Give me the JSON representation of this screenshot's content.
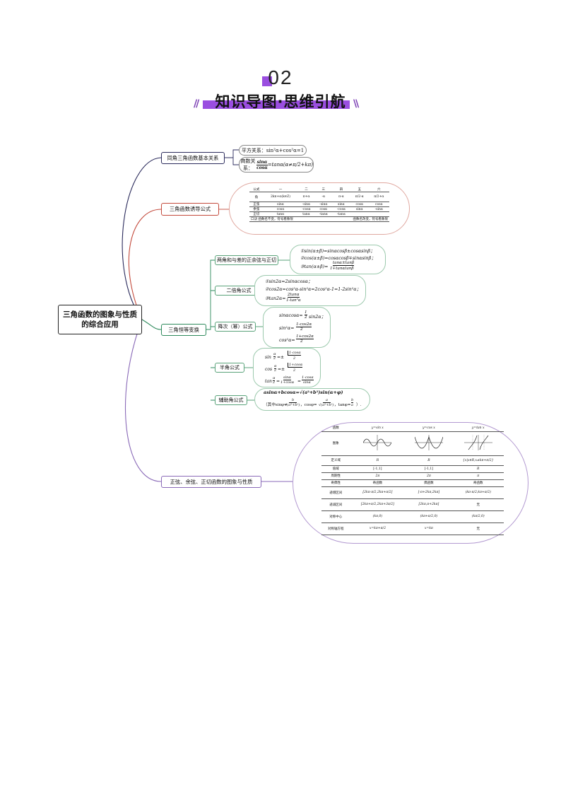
{
  "section": {
    "number": "02",
    "title": "知识导图·思维引航"
  },
  "root": "三角函数的图象与性质的综合应用",
  "branches": {
    "b1": "同角三角函数基本关系",
    "b2": "三角函数诱导公式",
    "b3": "三角恒等变换",
    "b4": "正弦、余弦、正切函数的图象与性质"
  },
  "b1_formulas": {
    "square": "平方关系：sin²α+cos²α=1",
    "quotient_label": "商数关系：",
    "quotient_num": "sinα",
    "quotient_den": "cosα",
    "quotient_rest": "=tanα(α≠π/2+kπ)"
  },
  "induction_table": {
    "header": [
      "公式",
      "一",
      "二",
      "三",
      "四",
      "五",
      "六"
    ],
    "angle": [
      "角",
      "2kπ+α(k∈Z)",
      "π+α",
      "-α",
      "π-α",
      "π/2-α",
      "π/2+α"
    ],
    "sin_row": [
      "正弦",
      "sinα",
      "-sinα",
      "-sinα",
      "sinα",
      "cosα",
      "cosα"
    ],
    "cos_row": [
      "余弦",
      "cosα",
      "-cosα",
      "cosα",
      "-cosα",
      "sinα",
      "-sinα"
    ],
    "tan_row": [
      "正切",
      "tanα",
      "tanα",
      "-tanα",
      "-tanα",
      "",
      ""
    ],
    "mnemonic_left": "口诀  函数名不变，符号看象限",
    "mnemonic_right": "函数名改变，符号看象限"
  },
  "sub_nodes": {
    "s1": "两角和与差的正余弦与正切",
    "s2": "二倍角公式",
    "s3": "降次（幂）公式",
    "s4": "半角公式",
    "s5": "辅助角公式"
  },
  "s1_formulas": [
    "①sin(α±β)=sinαcosβ±cosαsinβ；",
    "②cos(α±β)=cosαcosβ∓sinαsinβ；",
    "③tan(α±β)=",
    "tanα±tanβ",
    "1∓tanαtanβ"
  ],
  "s2_formulas": [
    "①sin2α=2sinαcosα；",
    "②cos2α=cos²α-sin²α=2cos²α-1=1-2sin²α；",
    "③tan2α=",
    "2tanα",
    "1-tan²α"
  ],
  "s3_formulas": [
    "sinαcosα=",
    "1",
    "2",
    "sin2α；",
    "sin²α=",
    "1-cos2α",
    "2",
    "cos²α=",
    "1+cos2α",
    "2"
  ],
  "s4_formulas": [
    "sin",
    "α",
    "2",
    "=±",
    "1-cosα",
    "2",
    "cos",
    "α",
    "2",
    "=±",
    "1+cosα",
    "2",
    "tan",
    "α",
    "2",
    "=",
    "sinα",
    "1+cosα",
    "=",
    "1-cosα",
    "sinα"
  ],
  "s5_formulas": [
    "asinα+bcosα=√(a²+b²)sin(α+φ)",
    "（其中sinφ=",
    "b",
    "√(a²+b²)",
    "，cosφ=",
    "a",
    "√(a²+b²)",
    "，tanφ=",
    "b",
    "a",
    "）."
  ],
  "props_table": {
    "header": [
      "函数",
      "y=sin x",
      "y=cos x",
      "y=tan x"
    ],
    "rows": [
      [
        "图象",
        "",
        "",
        ""
      ],
      [
        "定义域",
        "R",
        "R",
        "{x|x∈R,x≠kπ+π/2}"
      ],
      [
        "值域",
        "[-1,1]",
        "[-1,1]",
        "R"
      ],
      [
        "周期性",
        "2π",
        "2π",
        "π"
      ],
      [
        "奇偶性",
        "奇函数",
        "偶函数",
        "奇函数"
      ],
      [
        "递增区间",
        "[2kπ-π/2,2kπ+π/2]",
        "[-π+2kπ,2kπ]",
        "(kπ-π/2,kπ+π/2)"
      ],
      [
        "递减区间",
        "[2kπ+π/2,2kπ+3π/2]",
        "[2kπ,π+2kπ]",
        "无"
      ],
      [
        "对称中心",
        "(kπ,0)",
        "(kπ+π/2,0)",
        "(kπ/2,0)"
      ],
      [
        "对称轴方程",
        "x=kπ+π/2",
        "x=kπ",
        "无"
      ]
    ]
  }
}
